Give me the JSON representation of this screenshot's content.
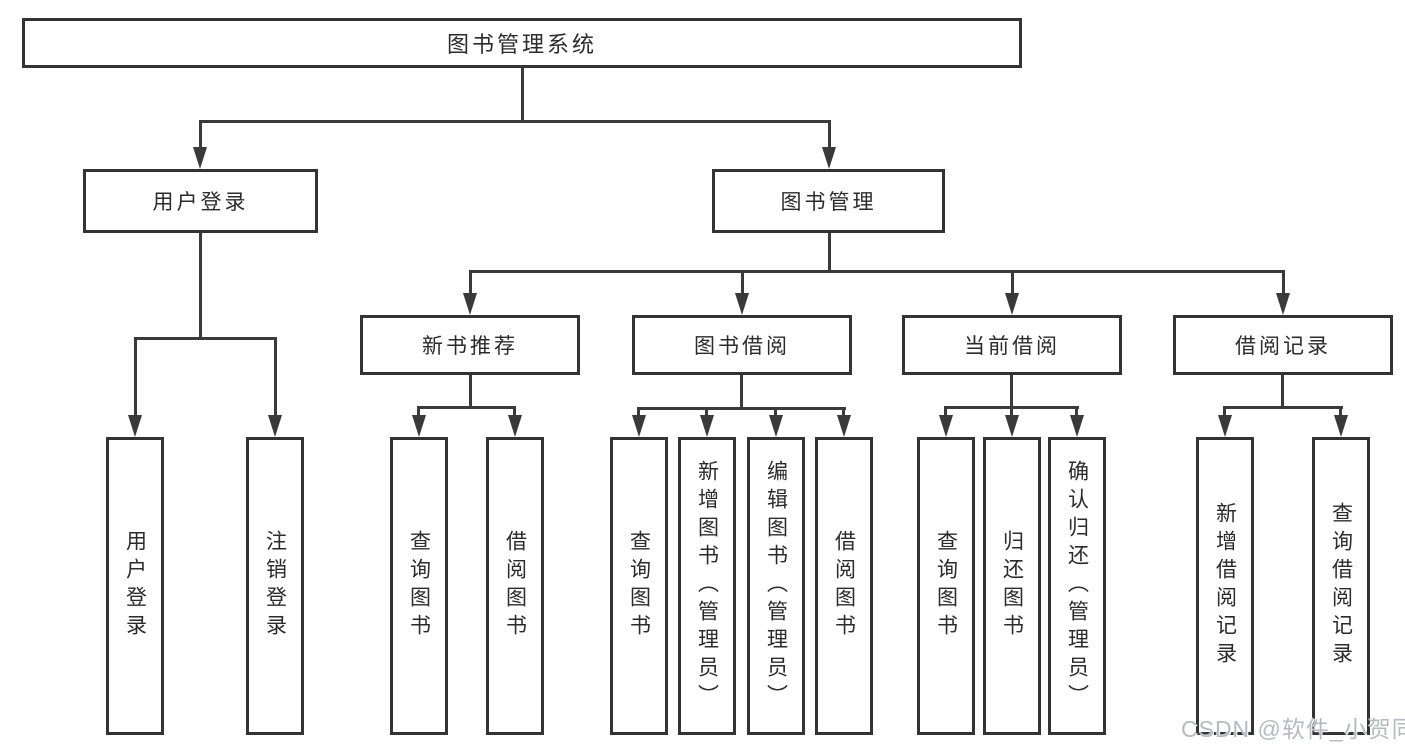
{
  "diagram": {
    "title": "图书管理系统",
    "branches": [
      {
        "label": "用户登录",
        "children": [
          "用户登录",
          "注销登录"
        ]
      },
      {
        "label": "图书管理",
        "groups": [
          {
            "label": "新书推荐",
            "children": [
              "查询图书",
              "借阅图书"
            ]
          },
          {
            "label": "图书借阅",
            "children": [
              "查询图书",
              "新增图书（管理员）",
              "编辑图书（管理员）",
              "借阅图书"
            ]
          },
          {
            "label": "当前借阅",
            "children": [
              "查询图书",
              "归还图书",
              "确认归还（管理员）"
            ]
          },
          {
            "label": "借阅记录",
            "children": [
              "新增借阅记录",
              "查询借阅记录"
            ]
          }
        ]
      }
    ]
  },
  "watermark": {
    "text": "CSDN @软件_小贺同学"
  },
  "colors": {
    "background": "#ffffff",
    "line": "#3a3a3a",
    "box_border": "#333333",
    "text": "#2b2b2b",
    "watermark": "#b6bac1"
  }
}
